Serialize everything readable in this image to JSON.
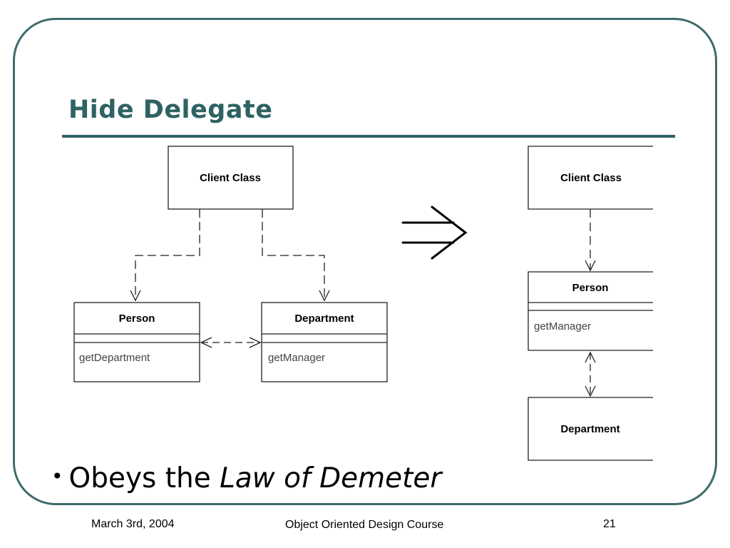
{
  "slide": {
    "title": "Hide Delegate",
    "bullet": {
      "marker": "•",
      "text_plain": "Obeys the ",
      "text_italic": "Law of Demeter"
    },
    "footer": {
      "date": "March 3rd, 2004",
      "course": "Object Oriented Design Course",
      "page": "21"
    }
  },
  "diagram_before": {
    "client": {
      "name": "Client Class"
    },
    "person": {
      "name": "Person",
      "operation": "getDepartment"
    },
    "department": {
      "name": "Department",
      "operation": "getManager"
    }
  },
  "diagram_after": {
    "client": {
      "name": "Client Class"
    },
    "person": {
      "name": "Person",
      "operation": "getManager"
    },
    "department": {
      "name": "Department"
    }
  },
  "colors": {
    "accent": "#2f6262",
    "frame": "#3e6b6b"
  }
}
